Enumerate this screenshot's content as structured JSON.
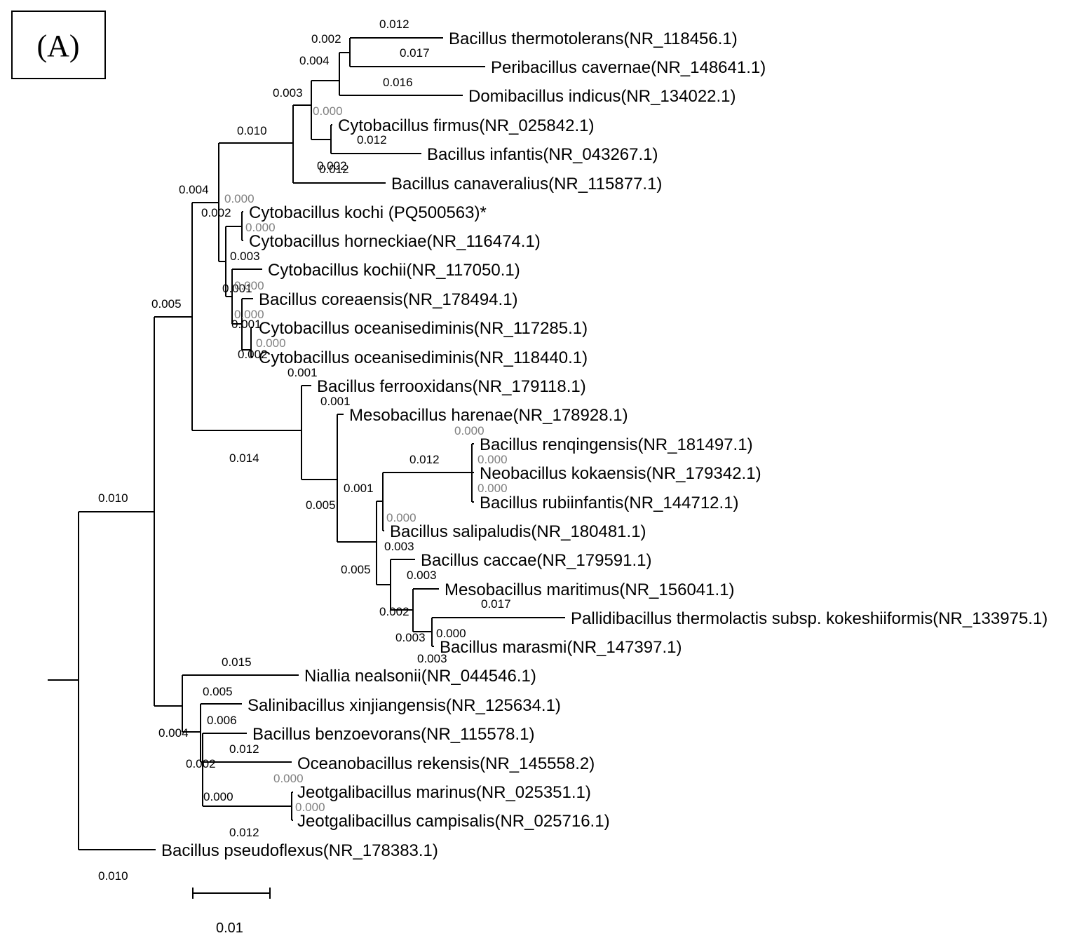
{
  "panel_label": "(A)",
  "taxa": [
    "Bacillus thermotolerans(NR_118456.1)",
    "Peribacillus cavernae(NR_148641.1)",
    "Domibacillus indicus(NR_134022.1)",
    "Cytobacillus firmus(NR_025842.1)",
    "Bacillus infantis(NR_043267.1)",
    "Bacillus canaveralius(NR_115877.1)",
    "Cytobacillus kochi (PQ500563)*",
    "Cytobacillus horneckiae(NR_116474.1)",
    "Cytobacillus kochii(NR_117050.1)",
    "Bacillus coreaensis(NR_178494.1)",
    "Cytobacillus oceanisediminis(NR_117285.1)",
    "Cytobacillus oceanisediminis(NR_118440.1)",
    "Bacillus ferrooxidans(NR_179118.1)",
    "Mesobacillus harenae(NR_178928.1)",
    "Bacillus renqingensis(NR_181497.1)",
    "Neobacillus kokaensis(NR_179342.1)",
    "Bacillus rubiinfantis(NR_144712.1)",
    "Bacillus salipaludis(NR_180481.1)",
    "Bacillus caccae(NR_179591.1)",
    "Mesobacillus maritimus(NR_156041.1)",
    "Pallidibacillus thermolactis subsp. kokeshiiformis(NR_133975.1)",
    "Bacillus marasmi(NR_147397.1)",
    "Niallia nealsonii(NR_044546.1)",
    "Salinibacillus xinjiangensis(NR_125634.1)",
    "Bacillus benzoevorans(NR_115578.1)",
    "Oceanobacillus rekensis(NR_145558.2)",
    "Jeotgalibacillus marinus(NR_025351.1)",
    "Jeotgalibacillus campisalis(NR_025716.1)",
    "Bacillus pseudoflexus(NR_178383.1)"
  ],
  "branch_lengths": [
    "0.012",
    "0.002",
    "0.017",
    "0.004",
    "0.016",
    "0.003",
    "0.000",
    "0.012",
    "0.010",
    "0.002",
    "0.012",
    "0.004",
    "0.000",
    "0.002",
    "0.000",
    "0.003",
    "0.001",
    "0.000",
    "0.000",
    "0.001",
    "0.000",
    "0.002",
    "0.005",
    "0.001",
    "0.001",
    "0.000",
    "0.014",
    "0.012",
    "0.000",
    "0.001",
    "0.000",
    "0.005",
    "0.000",
    "0.003",
    "0.005",
    "0.003",
    "0.002",
    "0.017",
    "0.000",
    "0.003",
    "0.003",
    "0.010",
    "0.015",
    "0.005",
    "0.006",
    "0.004",
    "0.012",
    "0.002",
    "0.000",
    "0.000",
    "0.000",
    "0.012",
    "0.010"
  ],
  "scale_bar": {
    "label": "0.01"
  }
}
